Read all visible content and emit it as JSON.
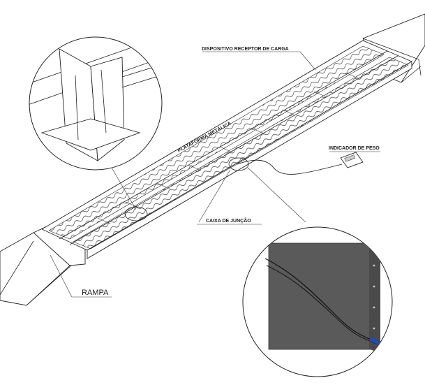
{
  "labels": {
    "load_receiver": "DISPOSITIVO RECEPTOR DE CARGA",
    "metal_platform": "PLATAFORMA METÁLICA",
    "weight_indicator": "INDICADOR DE PESO",
    "junction_box": "CAIXA DE JUNÇÃO",
    "ramp": "RAMPA"
  },
  "colors": {
    "line": "#222222",
    "box_fill": "#5a5a5a",
    "cable_tip": "#2a4aa0"
  }
}
